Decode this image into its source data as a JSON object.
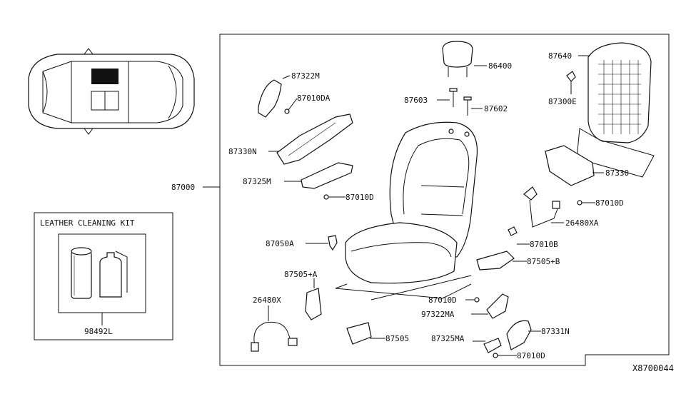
{
  "diagram": {
    "drawing_id": "X8700044",
    "assembly": "87000",
    "kit": {
      "title": "LEATHER CLEANING KIT",
      "part": "98492L"
    },
    "parts": {
      "p87322M": "87322M",
      "p87010DA": "87010DA",
      "p87330N": "87330N",
      "p87325M": "87325M",
      "p87010D_a": "87010D",
      "p87050A": "87050A",
      "p87505A": "87505+A",
      "p26480X": "26480X",
      "p87505": "87505",
      "p86400": "86400",
      "p87603": "87603",
      "p87602": "87602",
      "p87640": "87640",
      "p87300E": "87300E",
      "p87330": "87330",
      "p87010D_b": "87010D",
      "p26480XA": "26480XA",
      "p87010B": "87010B",
      "p87505B": "87505+B",
      "p87010D_c": "87010D",
      "p97322MA": "97322MA",
      "p87331N": "87331N",
      "p87325MA": "87325MA",
      "p87010D_d": "87010D"
    }
  }
}
